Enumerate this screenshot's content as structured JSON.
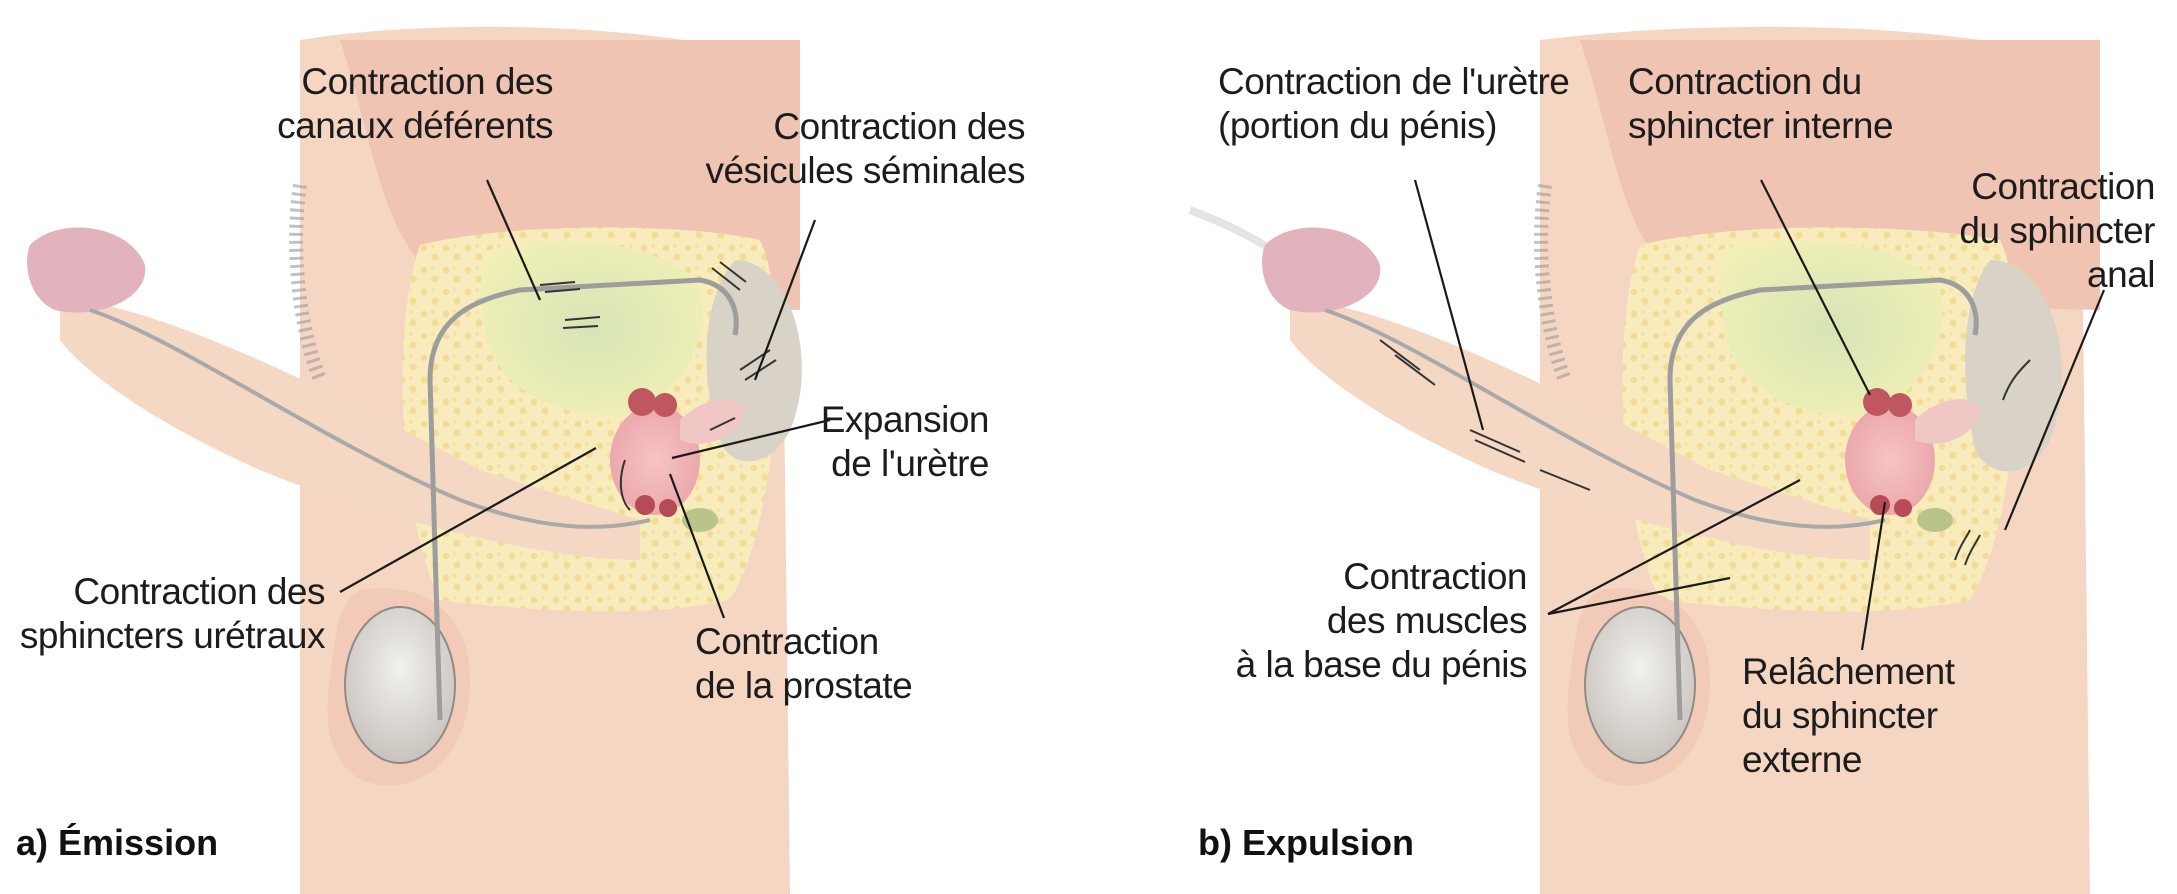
{
  "panels": [
    {
      "caption": "a) Émission",
      "labels": {
        "vas_deferens": [
          "Contraction des",
          "canaux déférents"
        ],
        "seminal_vesicles": [
          "Contraction des",
          "vésicules séminales"
        ],
        "urethra_expansion": [
          "Expansion",
          "de l'urètre"
        ],
        "urethral_sphincters": [
          "Contraction des",
          "sphincters urétraux"
        ],
        "prostate": [
          "Contraction",
          "de la prostate"
        ]
      }
    },
    {
      "caption": "b) Expulsion",
      "labels": {
        "urethra_penile": [
          "Contraction de l'urètre",
          "(portion du pénis)"
        ],
        "internal_sphincter": [
          "Contraction du",
          "sphincter interne"
        ],
        "anal_sphincter": [
          "Contraction",
          "du sphincter",
          "anal"
        ],
        "penile_base_muscles": [
          "Contraction",
          "des muscles",
          "à la base du pénis"
        ],
        "external_sphincter": [
          "Relâchement",
          "du sphincter",
          "externe"
        ]
      }
    }
  ]
}
